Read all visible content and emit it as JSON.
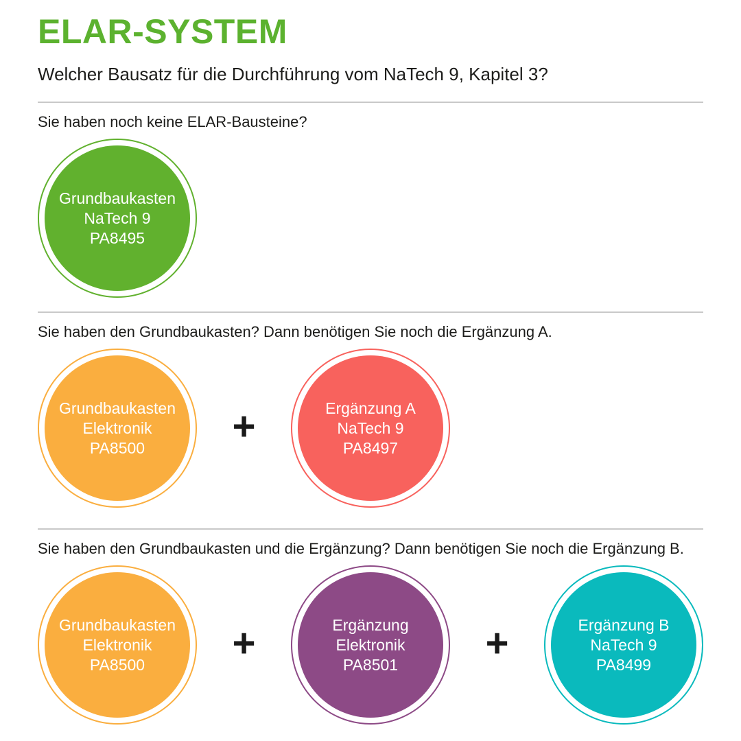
{
  "page": {
    "title": "ELAR-SYSTEM",
    "subtitle": "Welcher Bausatz  für die Durchführung vom NaTech 9, Kapitel 3?"
  },
  "colors": {
    "title_green": "#5CB22F",
    "heading_text": "#1D1D1B",
    "divider_gray": "#C9C9C9",
    "circle_text": "#FFFFFF",
    "plus_black": "#1A1A1A",
    "green": "#61B12E",
    "orange": "#FAAE3F",
    "red": "#F8625D",
    "purple": "#8D4A86",
    "teal": "#0ABABD"
  },
  "plus_sign": "+",
  "sections": [
    {
      "question": "Sie haben noch keine ELAR-Bausteine?",
      "items": [
        {
          "lines": [
            "Grundbaukasten",
            "NaTech 9",
            "PA8495"
          ],
          "color": "#61B12E",
          "color_name": "green"
        }
      ]
    },
    {
      "question": "Sie haben den Grundbaukasten? Dann benötigen Sie noch die Ergänzung A.",
      "items": [
        {
          "lines": [
            "Grundbaukasten",
            "Elektronik",
            "PA8500"
          ],
          "color": "#FAAE3F",
          "color_name": "orange"
        },
        {
          "lines": [
            "Ergänzung A",
            "NaTech 9",
            "PA8497"
          ],
          "color": "#F8625D",
          "color_name": "red"
        }
      ]
    },
    {
      "question": "Sie haben den Grundbaukasten und die Ergänzung? Dann benötigen Sie noch die Ergänzung B.",
      "items": [
        {
          "lines": [
            "Grundbaukasten",
            "Elektronik",
            "PA8500"
          ],
          "color": "#FAAE3F",
          "color_name": "orange"
        },
        {
          "lines": [
            "Ergänzung",
            "Elektronik",
            "PA8501"
          ],
          "color": "#8D4A86",
          "color_name": "purple"
        },
        {
          "lines": [
            "Ergänzung B",
            "NaTech 9",
            "PA8499"
          ],
          "color": "#0ABABD",
          "color_name": "teal"
        }
      ]
    }
  ]
}
